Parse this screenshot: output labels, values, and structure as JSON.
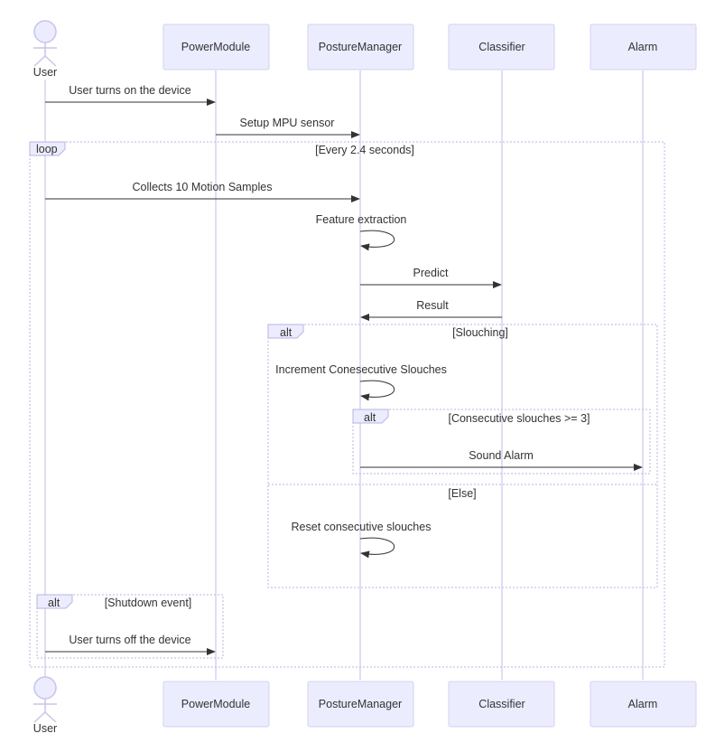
{
  "participants": [
    {
      "id": "user",
      "label": "User",
      "kind": "actor"
    },
    {
      "id": "power",
      "label": "PowerModule",
      "kind": "box"
    },
    {
      "id": "posture",
      "label": "PostureManager",
      "kind": "box"
    },
    {
      "id": "classifier",
      "label": "Classifier",
      "kind": "box"
    },
    {
      "id": "alarm",
      "label": "Alarm",
      "kind": "box"
    }
  ],
  "messages": [
    {
      "from": "user",
      "to": "power",
      "text": "User turns on the device"
    },
    {
      "from": "power",
      "to": "posture",
      "text": "Setup MPU sensor"
    },
    {
      "from": "user",
      "to": "posture",
      "text": "Collects 10 Motion Samples"
    },
    {
      "from": "posture",
      "to": "posture",
      "text": "Feature extraction"
    },
    {
      "from": "posture",
      "to": "classifier",
      "text": "Predict"
    },
    {
      "from": "classifier",
      "to": "posture",
      "text": "Result"
    },
    {
      "from": "posture",
      "to": "posture",
      "text": "Increment Conesecutive Slouches"
    },
    {
      "from": "posture",
      "to": "alarm",
      "text": "Sound Alarm"
    },
    {
      "from": "posture",
      "to": "posture",
      "text": "Reset consecutive slouches"
    },
    {
      "from": "user",
      "to": "power",
      "text": "User turns off the device"
    }
  ],
  "frames": [
    {
      "tag": "loop",
      "condition": "[Every 2.4 seconds]"
    },
    {
      "tag": "alt",
      "condition": "[Slouching]",
      "else_condition": "[Else]"
    },
    {
      "tag": "alt",
      "condition": "[Consecutive slouches >= 3]"
    },
    {
      "tag": "alt",
      "condition": "[Shutdown event]"
    }
  ]
}
